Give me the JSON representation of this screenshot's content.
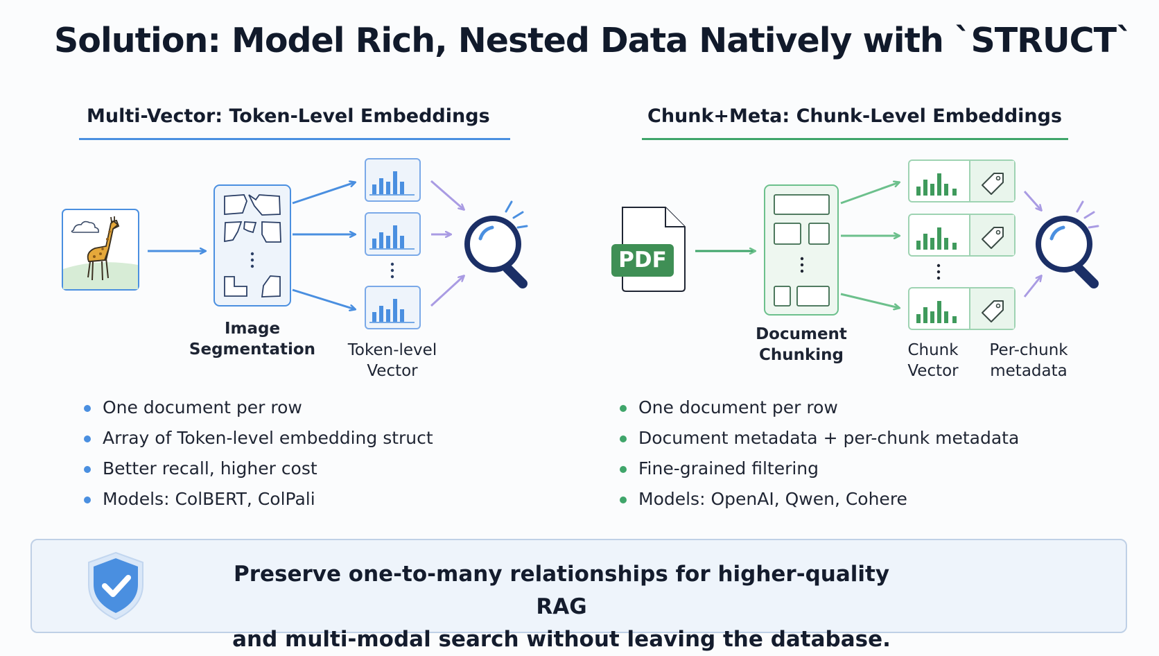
{
  "title": "Solution: Model Rich, Nested Data Natively with `STRUCT`",
  "colors": {
    "blue": "#4a8fe0",
    "green": "#3fa56a",
    "purple": "#a99be3",
    "navy": "#1b2f66"
  },
  "left": {
    "heading": "Multi-Vector: Token-Level Embeddings",
    "input_icon": "giraffe-image-icon",
    "segmentation_label_line1": "Image",
    "segmentation_label_line2": "Segmentation",
    "vector_label_line1": "Token-level",
    "vector_label_line2": "Vector",
    "bullets": [
      "One document per row",
      "Array of Token-level embedding struct",
      "Better recall, higher cost",
      "Models: ColBERT, ColPali"
    ]
  },
  "right": {
    "heading": "Chunk+Meta: Chunk-Level Embeddings",
    "input_icon": "pdf-file-icon",
    "pdf_badge": "PDF",
    "chunking_label_line1": "Document",
    "chunking_label_line2": "Chunking",
    "vector_label_line1": "Chunk",
    "vector_label_line2": "Vector",
    "meta_label_line1": "Per-chunk",
    "meta_label_line2": "metadata",
    "bullets": [
      "One document per row",
      "Document metadata + per-chunk metadata",
      "Fine-grained filtering",
      "Models: OpenAI, Qwen, Cohere"
    ]
  },
  "banner": {
    "icon": "shield-check-icon",
    "line1": "Preserve one-to-many relationships for higher-quality RAG",
    "line2": "and multi-modal search without leaving the database."
  }
}
